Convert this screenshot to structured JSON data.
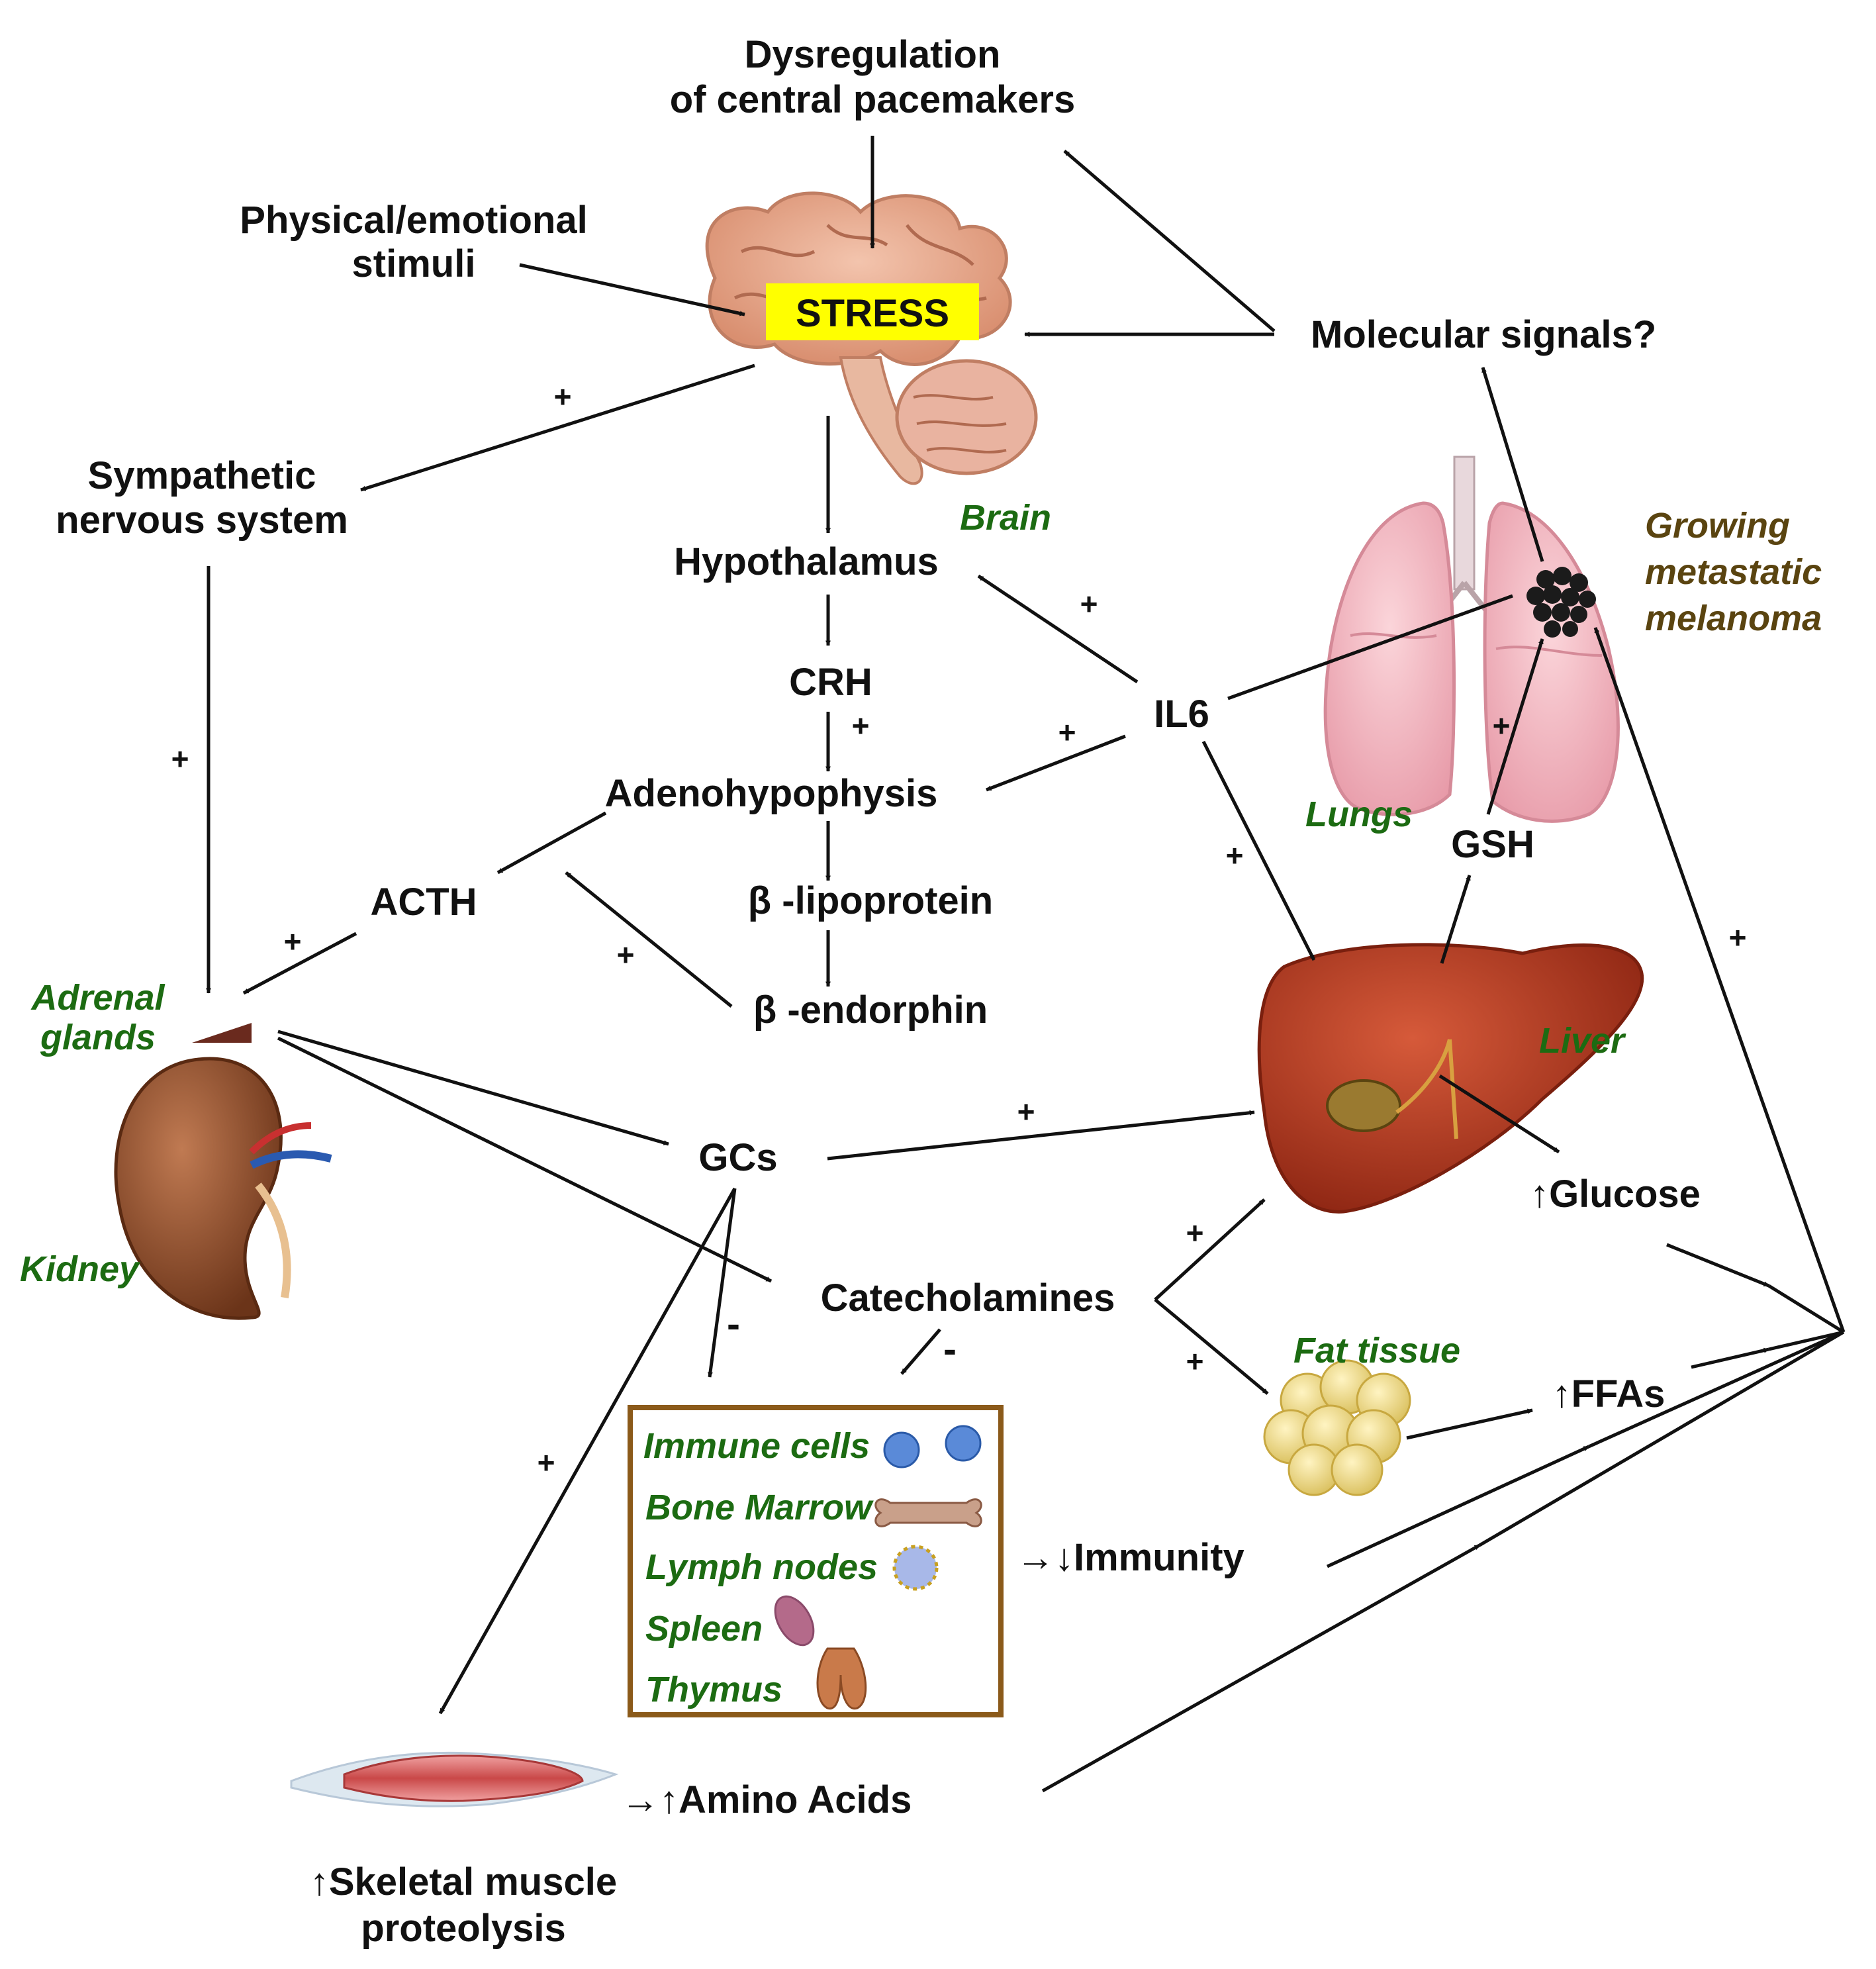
{
  "colors": {
    "text": "#111111",
    "organ_label": "#1c6b12",
    "tumor_label": "#5a4410",
    "stress_box": "#ffff00",
    "immune_box_border": "#8b5a1a",
    "brain": "#e5a98d",
    "liver": "#b23a22",
    "lungs": "#f0b6c0",
    "kidney": "#8a4a2a",
    "fat": "#f0dc8c",
    "muscle": "#d46a6a"
  },
  "nodes": {
    "dysregulation_line1": "Dysregulation",
    "dysregulation_line2": "of central pacemakers",
    "stimuli_line1": "Physical/emotional",
    "stimuli_line2": "stimuli",
    "stress": "STRESS",
    "molecular_signals": "Molecular signals?",
    "sns_line1": "Sympathetic",
    "sns_line2": "nervous system",
    "hypothalamus": "Hypothalamus",
    "crh": "CRH",
    "il6": "IL6",
    "adenohypophysis": "Adenohypophysis",
    "acth": "ACTH",
    "beta_lipoprotein": "β -lipoprotein",
    "beta_endorphin": "β -endorphin",
    "gsh": "GSH",
    "gcs": "GCs",
    "glucose": "↑Glucose",
    "catecholamines": "Catecholamines",
    "ffas": "↑FFAs",
    "immunity": "→↓Immunity",
    "amino_acids": "→↑Amino Acids",
    "proteolysis_line1": "↑Skeletal muscle",
    "proteolysis_line2": "proteolysis"
  },
  "organs": {
    "brain": "Brain",
    "lungs": "Lungs",
    "liver": "Liver",
    "adrenal_line1": "Adrenal",
    "adrenal_line2": "glands",
    "kidney": "Kidney",
    "fat_tissue": "Fat tissue",
    "melanoma_line1": "Growing",
    "melanoma_line2": "metastatic",
    "melanoma_line3": "melanoma"
  },
  "immune_box": {
    "items": [
      "Immune cells",
      "Bone Marrow",
      "Lymph nodes",
      "Spleen",
      "Thymus"
    ]
  },
  "signs": {
    "brain_to_sns": "+",
    "sns_to_adrenal": "+",
    "il6_to_hypothalamus": "+",
    "crh_to_adeno": "+",
    "il6_to_adeno": "+",
    "il6_to_liver": "+",
    "gsh_to_tumor": "+",
    "acth_to_adrenal": "+",
    "endorphin_to_acth": "+",
    "gcs_to_liver": "+",
    "catechol_to_liver": "+",
    "catechol_to_fat": "+",
    "gcs_to_muscle": "+",
    "convergence_to_tumor": "+",
    "gcs_to_immune": "-",
    "catechol_to_immune": "-"
  }
}
